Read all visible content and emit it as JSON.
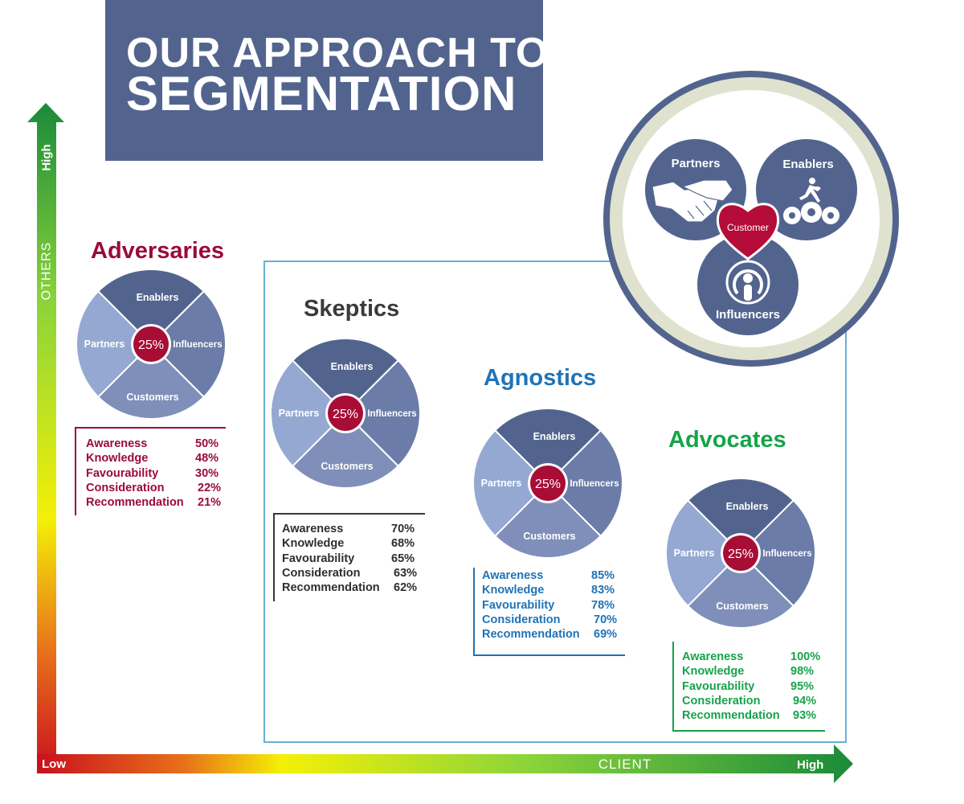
{
  "title": {
    "line1": "OUR APPROACH TO",
    "line2": "SEGMENTATION"
  },
  "axes": {
    "y_label": "OTHERS",
    "y_high": "High",
    "x_label": "CLIENT",
    "x_high": "High",
    "origin_low": "Low"
  },
  "circle_labels": {
    "top": "Enablers",
    "left": "Partners",
    "right": "Influencers",
    "bottom": "Customers",
    "center": "25%"
  },
  "metric_labels": [
    "Awareness",
    "Knowledge",
    "Favourability",
    "Consideration",
    "Recommendation"
  ],
  "segments": [
    {
      "name": "Adversaries",
      "color": "#9b0a3a",
      "values": [
        "50%",
        "48%",
        "30%",
        "22%",
        "21%"
      ]
    },
    {
      "name": "Skeptics",
      "color": "#3a3a3a",
      "values": [
        "70%",
        "68%",
        "65%",
        "63%",
        "62%"
      ]
    },
    {
      "name": "Agnostics",
      "color": "#1f73b6",
      "values": [
        "85%",
        "83%",
        "78%",
        "70%",
        "69%"
      ]
    },
    {
      "name": "Advocates",
      "color": "#16a34a",
      "values": [
        "100%",
        "98%",
        "95%",
        "94%",
        "93%"
      ]
    }
  ],
  "model": {
    "partners": "Partners",
    "enablers": "Enablers",
    "influencers": "Influencers",
    "customer": "Customer"
  },
  "colors": {
    "title_bg": "#52648e",
    "quad_top": "#52648e",
    "quad_right": "#6a7ca7",
    "quad_bottom": "#7f8fb9",
    "quad_left": "#94a8d2",
    "center": "#a80d36",
    "frame": "#6ab0d4",
    "model_ring": "#dfe2cf"
  }
}
